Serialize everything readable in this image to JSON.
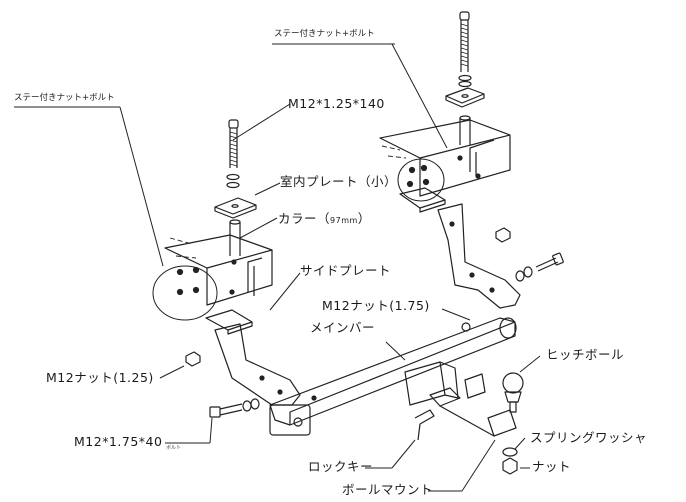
{
  "labels": {
    "stay_nut_bolt_top": "ステー付きナット+ボルト",
    "stay_nut_bolt_left": "ステー付きナット+ボルト",
    "bolt_m12_140": "M12*1.25*140",
    "inner_plate_small": "室内プレート（小）",
    "collar": "カラー（",
    "collar_size": "97mm",
    "collar_close": "）",
    "side_plate": "サイドプレート",
    "nut_m12_175": "M12ナット(1.75)",
    "main_bar": "メインバー",
    "hitch_ball": "ヒッチボール",
    "nut_m12_125": "M12ナット(1.25)",
    "bolt_m12_40": "M12*1.75*40",
    "bolt_m12_40_note": "ボルト",
    "spring_washer": "スプリングワッシャ",
    "nut": "ナット",
    "lock_key": "ロックキー",
    "ball_mount": "ボールマウント"
  }
}
